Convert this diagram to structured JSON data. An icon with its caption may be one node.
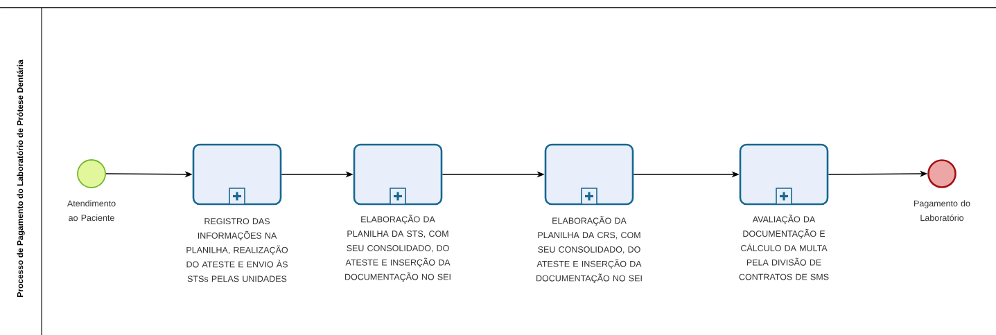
{
  "diagram": {
    "nodes": [
      {
        "text": [
          "Processo de Pagamento do Laboratório de Prótese Dentária"
        ]
      },
      {
        "text": [
          "Atendimento ao Paciente"
        ],
        "in": 0
      },
      {
        "text": [
          "REGISTRO DAS INFORMAÇÕES NA PLANILHA, REALIZAÇÃO DO ATESTE E ENVIO ÀS STSs  PELAS UNIDADES"
        ],
        "in": 0
      },
      {
        "text": [
          "ELABORAÇÃO DA PLANILHA DA STS, COM SEU CONSOLIDADO, DO ATESTE E INSERÇÃO DA DOCUMENTAÇÃO NO SEI"
        ],
        "in": 0
      },
      {
        "text": [
          "ELABORAÇÃO DA PLANILHA DA CRS, COM SEU CONSOLIDADO, DO ATESTE E INSERÇÃO DA DOCUMENTAÇÃO NO SEI"
        ],
        "in": 0
      },
      {
        "text": [
          "AVALIAÇÃO DA DOCUMENTAÇÃO E CÁLCULO DA MULTA PELA DIVISÃO DE CONTRATOS DE SMS"
        ],
        "in": 0
      },
      {
        "text": [
          "Pagamento do Laboratório"
        ],
        "in": 0
      }
    ],
    "edges": [
      {
        "from": 1,
        "to": 2,
        "arrow": "to"
      },
      {
        "from": 2,
        "to": 3,
        "arrow": "to"
      },
      {
        "from": 3,
        "to": 4,
        "arrow": "to"
      },
      {
        "from": 4,
        "to": 5,
        "arrow": "to"
      },
      {
        "from": 5,
        "to": 6,
        "arrow": "to"
      }
    ]
  }
}
